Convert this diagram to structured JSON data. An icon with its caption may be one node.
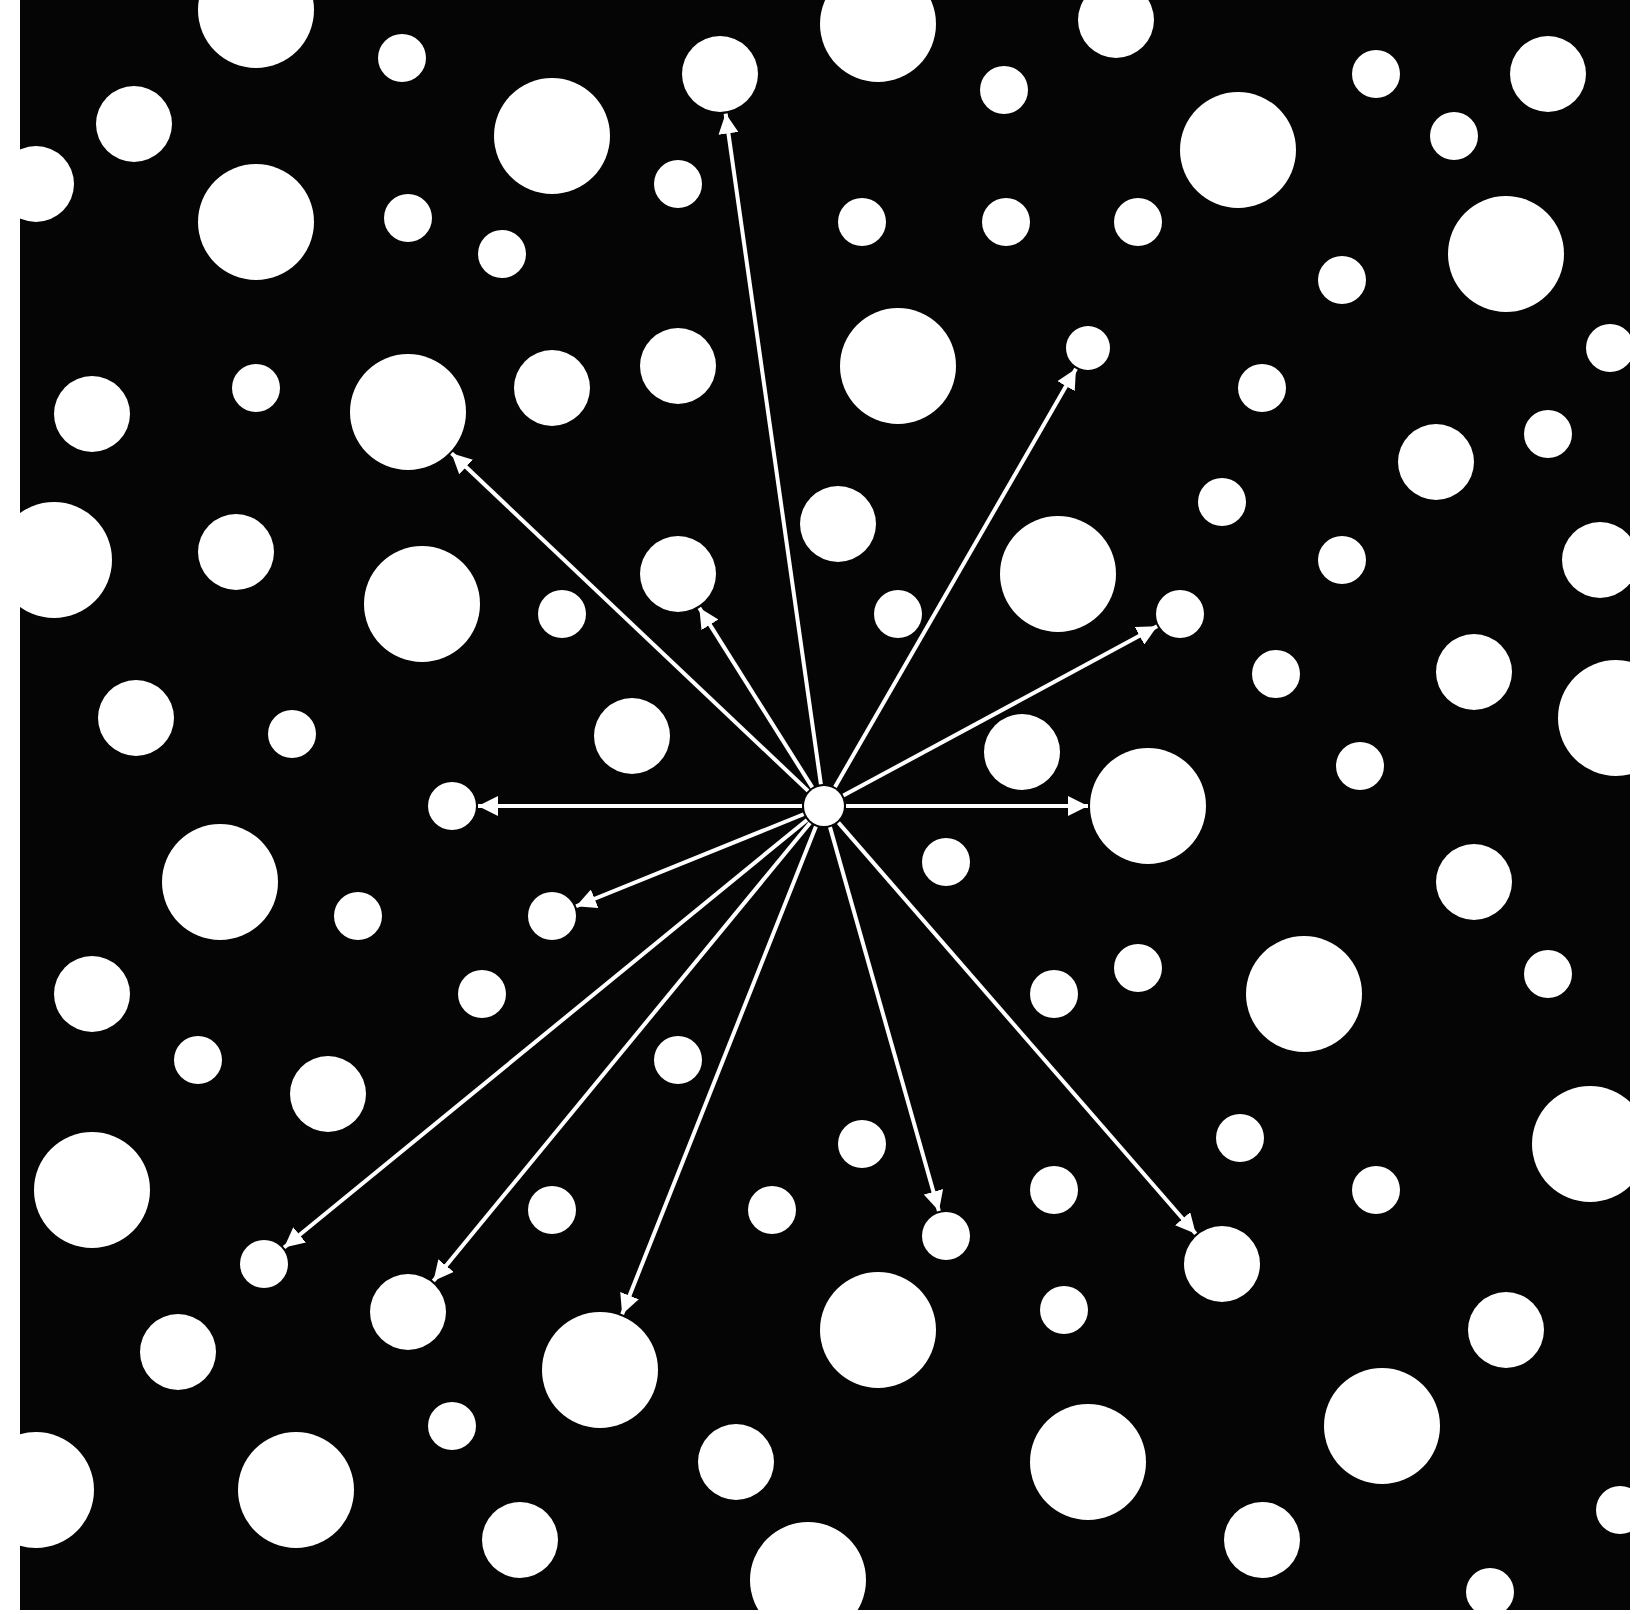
{
  "diagram": {
    "nodes": [
      {
        "text": [],
        "shape": "circle"
      },
      {
        "text": [],
        "shape": "circle"
      },
      {
        "text": [],
        "shape": "circle"
      },
      {
        "text": [],
        "shape": "circle"
      },
      {
        "text": [],
        "shape": "circle"
      },
      {
        "text": [],
        "shape": "circle"
      },
      {
        "text": [],
        "shape": "circle"
      },
      {
        "text": [],
        "shape": "circle"
      },
      {
        "text": [],
        "shape": "circle"
      },
      {
        "text": [],
        "shape": "circle"
      },
      {
        "text": [],
        "shape": "circle"
      },
      {
        "text": [],
        "shape": "circle"
      },
      {
        "text": [],
        "shape": "circle"
      },
      {
        "text": [],
        "shape": "circle"
      }
    ],
    "edges": [
      {
        "from": 0,
        "to": 1,
        "arrow": "to"
      },
      {
        "from": 0,
        "to": 2,
        "arrow": "to"
      },
      {
        "from": 0,
        "to": 3,
        "arrow": "to"
      },
      {
        "from": 0,
        "to": 4,
        "arrow": "to"
      },
      {
        "from": 0,
        "to": 5,
        "arrow": "to"
      },
      {
        "from": 0,
        "to": 6,
        "arrow": "to"
      },
      {
        "from": 0,
        "to": 7,
        "arrow": "to"
      },
      {
        "from": 0,
        "to": 8,
        "arrow": "to"
      },
      {
        "from": 0,
        "to": 9,
        "arrow": "to"
      },
      {
        "from": 0,
        "to": 10,
        "arrow": "to"
      },
      {
        "from": 0,
        "to": 11,
        "arrow": "to"
      },
      {
        "from": 0,
        "to": 12,
        "arrow": "to"
      },
      {
        "from": 0,
        "to": 13,
        "arrow": "to"
      }
    ]
  }
}
